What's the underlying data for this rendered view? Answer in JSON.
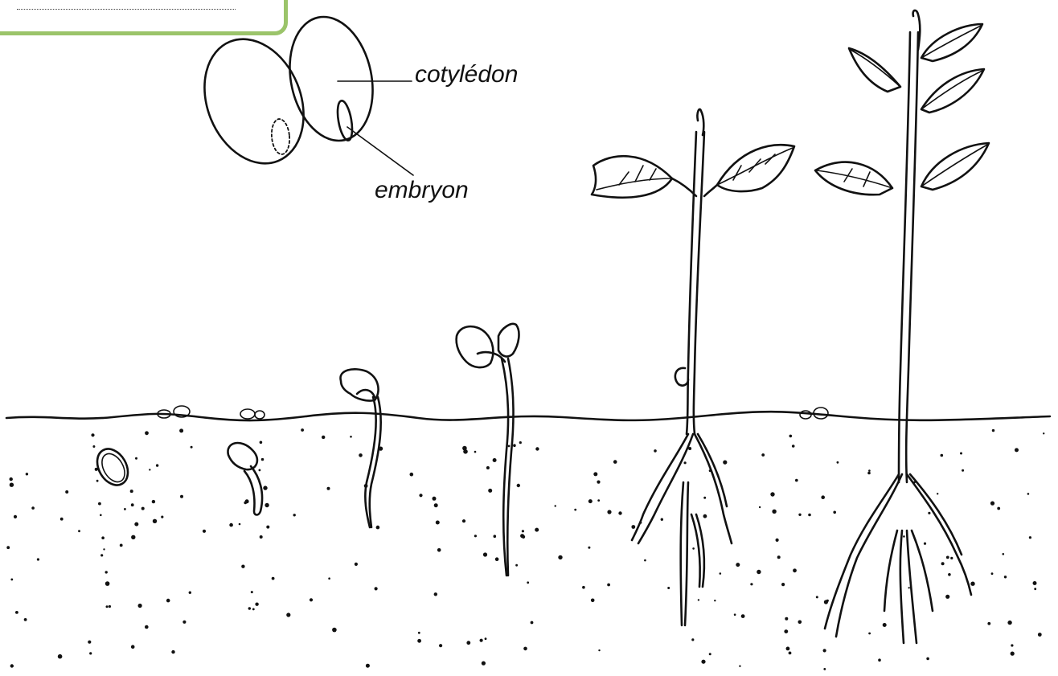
{
  "labels": {
    "cotyledon": "cotylédon",
    "embryo": "embryon"
  },
  "stages": [
    "seed",
    "germinating seed",
    "emerging seedling",
    "seedling with cotyledons",
    "young plant",
    "developed plant"
  ],
  "colors": {
    "frame_border": "#9bc46a",
    "ink": "#111111",
    "background": "#ffffff"
  }
}
